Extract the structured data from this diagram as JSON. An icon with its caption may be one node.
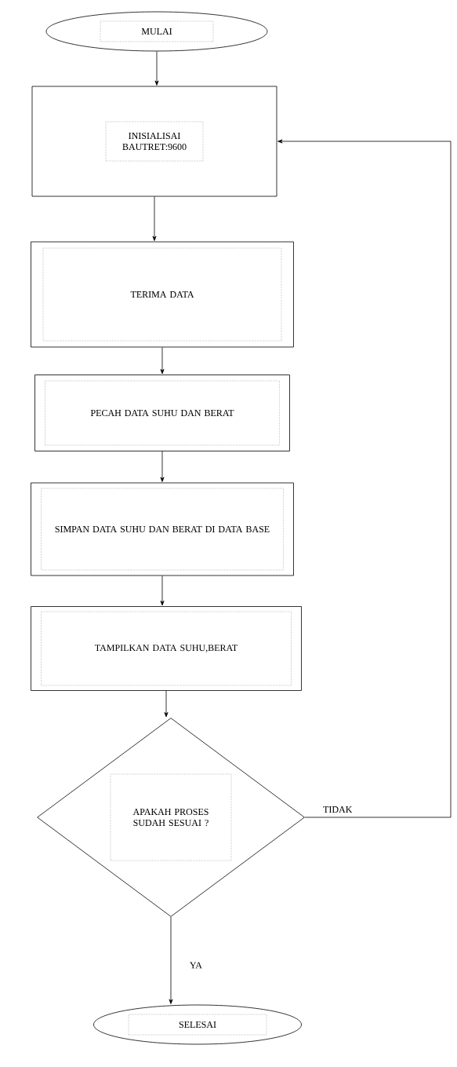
{
  "diagram": {
    "nodes": [
      {
        "text": [
          "MULAI"
        ]
      },
      {
        "text": [
          "INISIALISAI BAUTRET:9600"
        ]
      },
      {
        "text": [
          "TERIMA DATA"
        ]
      },
      {
        "text": [
          "PECAH DATA SUHU DAN BERAT"
        ]
      },
      {
        "text": [
          "SIMPAN DATA SUHU DAN BERAT DI DATA BASE"
        ]
      },
      {
        "text": [
          "TAMPILKAN DATA SUHU,BERAT"
        ]
      },
      {
        "text": [
          "APAKAH PROSES SUDAH SESUAI ?"
        ]
      },
      {
        "text": [
          "SELESAI"
        ]
      }
    ],
    "edges": [
      {
        "from": 0,
        "to": 1,
        "arrow": "to"
      },
      {
        "from": 1,
        "to": 2,
        "arrow": "to"
      },
      {
        "from": 2,
        "to": 3,
        "arrow": "to"
      },
      {
        "from": 3,
        "to": 4,
        "arrow": "to"
      },
      {
        "from": 4,
        "to": 5,
        "arrow": "to"
      },
      {
        "from": 5,
        "to": 6,
        "arrow": "to"
      },
      {
        "from": 6,
        "to": 7,
        "arrow": "to",
        "label": "YA"
      },
      {
        "from": 6,
        "to": 1,
        "arrow": "to",
        "label": "TIDAK"
      }
    ]
  }
}
